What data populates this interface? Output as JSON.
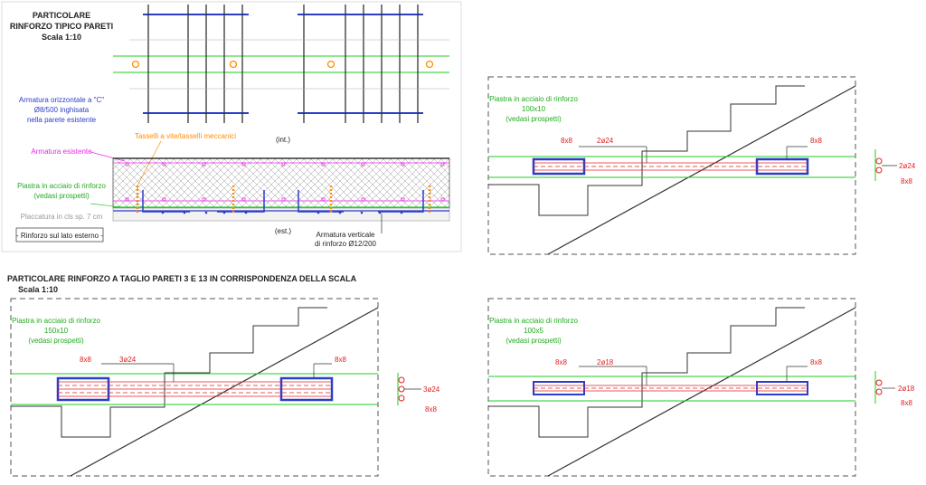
{
  "colors": {
    "blue": "#2a3ec8",
    "green": "#22cc22",
    "magenta": "#ee22ee",
    "orange": "#ff8c00",
    "red": "#e02020",
    "dark": "#222222",
    "gray": "#888888"
  },
  "detail1": {
    "title_line1": "PARTICOLARE",
    "title_line2": "RINFORZO TIPICO PARETI",
    "scale": "Scala 1:10",
    "horizontal_rebar_line1": "Armatura orizzontale a \"C\"",
    "horizontal_rebar_line2": "Ø8/500 inghisata",
    "horizontal_rebar_line3": "nella parete esistente",
    "anchors_label": "Tasselli a vite/tasselli meccanici",
    "int_label": "(int.)",
    "existing_rebar_label": "Armatura esistente",
    "steel_plate_line1": "Piastra in acciaio di rinforzo",
    "steel_plate_line2": "(vedasi prospetti)",
    "plaster_label": "Placcatura in cls sp. 7 cm",
    "est_label": "(est.)",
    "vertical_rebar_line1": "Armatura verticale",
    "vertical_rebar_line2": "di rinforzo Ø12/200",
    "external_side_label": "- Rinforzo sul lato esterno -"
  },
  "section_title": "PARTICOLARE RINFORZO A TAGLIO PARETI 3 E 13 IN CORRISPONDENZA DELLA SCALA",
  "section_scale": "Scala 1:10",
  "stair_details": [
    {
      "id": "top-right",
      "plate_line1": "Piastra in acciaio di rinforzo",
      "plate_line2": "100x10",
      "plate_line3": "(vedasi prospetti)",
      "left_bolts": "8x8",
      "bars": "2ø24",
      "right_bolts": "8x8",
      "side_bars": "2ø24",
      "side_bolts": "8x8"
    },
    {
      "id": "bottom-left",
      "plate_line1": "Piastra in acciaio di rinforzo",
      "plate_line2": "150x10",
      "plate_line3": "(vedasi prospetti)",
      "left_bolts": "8x8",
      "bars": "3ø24",
      "right_bolts": "8x8",
      "side_bars": "3ø24",
      "side_bolts": "8x8"
    },
    {
      "id": "bottom-right",
      "plate_line1": "Piastra in acciaio di rinforzo",
      "plate_line2": "100x5",
      "plate_line3": "(vedasi prospetti)",
      "left_bolts": "8x8",
      "bars": "2ø18",
      "right_bolts": "8x8",
      "side_bars": "2ø18",
      "side_bolts": "8x8"
    }
  ]
}
